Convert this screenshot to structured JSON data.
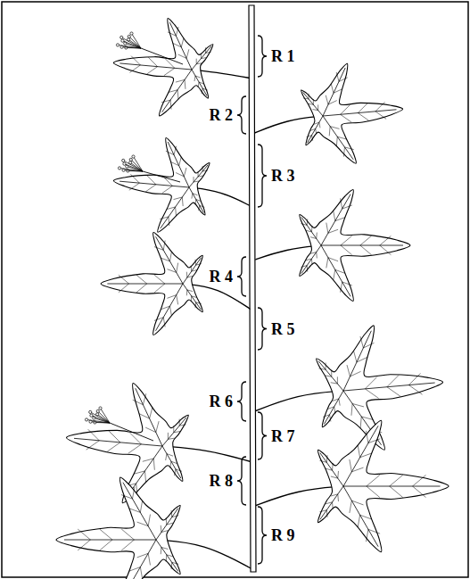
{
  "diagram": {
    "labels": [
      "R 1",
      "R 2",
      "R 3",
      "R 4",
      "R 5",
      "R 6",
      "R 7",
      "R 8",
      "R 9"
    ]
  }
}
